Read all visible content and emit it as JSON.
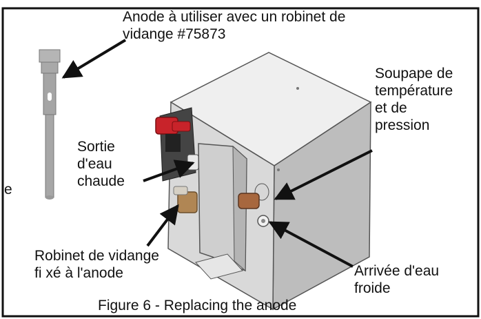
{
  "labels": {
    "anode": [
      "Anode à utiliser avec un robinet de",
      "vidange #75873"
    ],
    "valve": [
      "Soupape de",
      "température",
      "et de",
      "pression"
    ],
    "hot_water": [
      "Sortie",
      "d'eau",
      "chaude"
    ],
    "drain": [
      "Robinet de vidange",
      "fi xé à l'anode"
    ],
    "cold_water": [
      "Arrivée d'eau",
      "froide"
    ],
    "stray_letter": "e"
  },
  "caption": "Figure 6 - Replacing the anode",
  "colors": {
    "border": "#111111",
    "heater_front": "#d9d9d9",
    "heater_side": "#bdbdbd",
    "heater_top": "#efefef",
    "anode": "#a7a7a7",
    "valve_red": "#c8232a",
    "fitting_brass": "#b08654"
  }
}
